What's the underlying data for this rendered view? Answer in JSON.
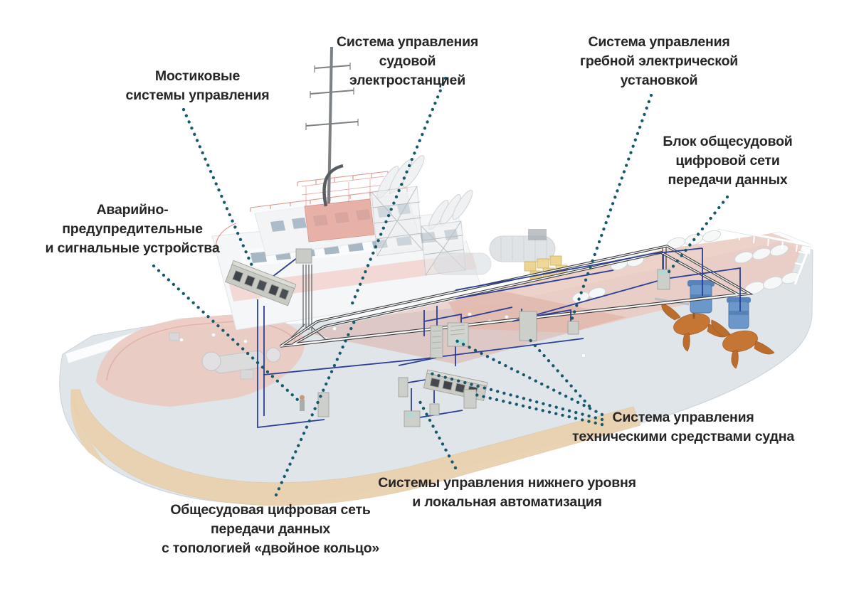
{
  "diagram": {
    "title_note": "",
    "labels": {
      "bridge": "Мостиковые\nсистемы управления",
      "power_plant": "Система управления\nсудовой электростанцией",
      "propulsion": "Система управления\nгребной электрической\nустановкой",
      "network_block": "Блок общесудовой\nцифровой сети\nпередачи данных",
      "alarm": "Аварийно-\nпредупредительные\nи сигнальные устройства",
      "technical_means": "Система управления\nтехническими средствами судна",
      "lower_level": "Системы управления нижнего уровня\nи локальная автоматизация",
      "ring_network": "Общесудовая цифровая сеть\nпередачи данных\nс топологией «двойное кольцо»"
    },
    "colors": {
      "label_text": "#262626",
      "leader_dots": "#16596d",
      "network_line": "#2a3f96",
      "ring_line": "#3c3c3c",
      "hull_gray": "#dde3e7",
      "hull_bottom_tan": "#e8cda9",
      "deck_pink": "#e9c4ba",
      "accent_red": "#cf7265",
      "thruster_blue": "#5e8ec6",
      "propeller_orange": "#c06a22",
      "cabinet_gray": "#cdd0ca"
    }
  }
}
